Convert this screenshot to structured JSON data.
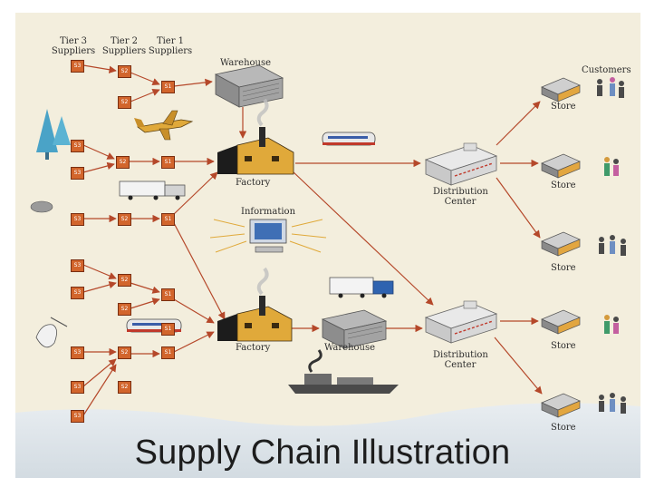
{
  "headers": {
    "tier3": "Tier 3 Suppliers",
    "tier2": "Tier 2 Suppliers",
    "tier1": "Tier 1 Suppliers",
    "customers": "Customers"
  },
  "labels": {
    "warehouse_top": "Warehouse",
    "factory_top": "Factory",
    "information": "Information",
    "factory_bottom": "Factory",
    "warehouse_bottom": "Warehouse",
    "dc_top": "Distribution Center",
    "dc_bottom": "Distribution Center",
    "store": "Store"
  },
  "supplier_tags": {
    "tier3": "S3",
    "tier2": "S2",
    "tier1": "S1"
  },
  "title": "Supply Chain Illustration",
  "colors": {
    "arrow": "#b5482a",
    "supplier_box": "#d2652c",
    "background": "#f3eedd"
  },
  "icons": [
    "airplane-icon",
    "train-icon",
    "truck-icon",
    "ship-icon",
    "computer-icon",
    "tree-icon",
    "rock-icon",
    "pickaxe-icon",
    "people-icon"
  ]
}
